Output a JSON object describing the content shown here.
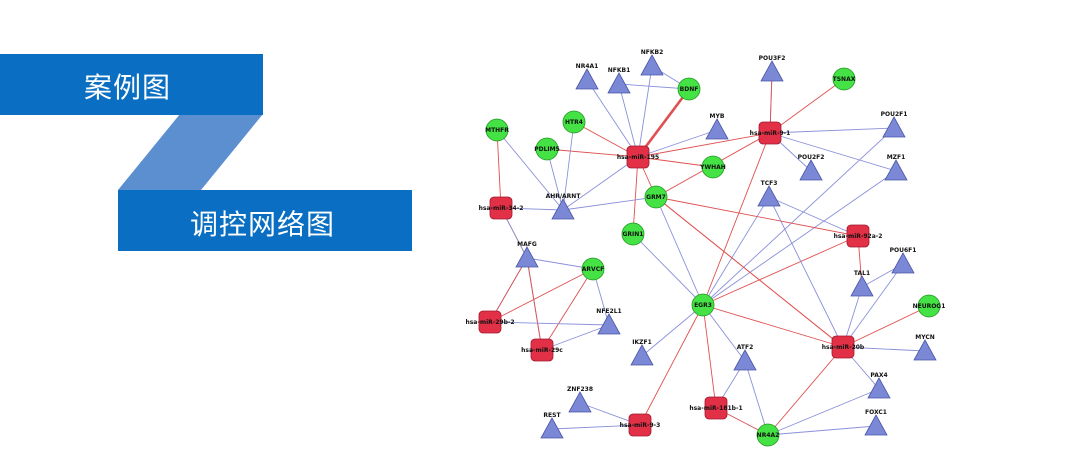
{
  "titles": {
    "primary": "案例图",
    "secondary": "调控网络图"
  },
  "colors": {
    "banner": "#0a6fc2",
    "banner_light": "#5b8fd0",
    "mirna": "#e23046",
    "gene": "#44e244",
    "tf": "#7b88d6",
    "edge_blue": "#8a90da",
    "edge_red": "#e05050"
  },
  "network": {
    "nodes": [
      {
        "id": "NR4A1",
        "type": "tf"
      },
      {
        "id": "NFKB1",
        "type": "tf"
      },
      {
        "id": "NFKB2",
        "type": "tf"
      },
      {
        "id": "BDNF",
        "type": "gene"
      },
      {
        "id": "POU3F2",
        "type": "tf"
      },
      {
        "id": "TSNAX",
        "type": "gene"
      },
      {
        "id": "HTR4",
        "type": "gene"
      },
      {
        "id": "MTHFR",
        "type": "gene"
      },
      {
        "id": "PDLIM5",
        "type": "gene"
      },
      {
        "id": "hsa-miR-195",
        "type": "mirna"
      },
      {
        "id": "MYB",
        "type": "tf"
      },
      {
        "id": "hsa-miR-9-1",
        "type": "mirna"
      },
      {
        "id": "POU2F1",
        "type": "tf"
      },
      {
        "id": "YWHAH",
        "type": "gene"
      },
      {
        "id": "POU2F2",
        "type": "tf"
      },
      {
        "id": "MZF1",
        "type": "tf"
      },
      {
        "id": "hsa-miR-34-2",
        "type": "mirna"
      },
      {
        "id": "AHR/ARNT",
        "type": "tf"
      },
      {
        "id": "GRM7",
        "type": "gene"
      },
      {
        "id": "TCF3",
        "type": "tf"
      },
      {
        "id": "GRIN1",
        "type": "gene"
      },
      {
        "id": "hsa-miR-92a-2",
        "type": "mirna"
      },
      {
        "id": "MAFG",
        "type": "tf"
      },
      {
        "id": "ARVCF",
        "type": "gene"
      },
      {
        "id": "POU6F1",
        "type": "tf"
      },
      {
        "id": "TAL1",
        "type": "tf"
      },
      {
        "id": "NEUROG1",
        "type": "gene"
      },
      {
        "id": "EGR3",
        "type": "gene"
      },
      {
        "id": "hsa-miR-29b-2",
        "type": "mirna"
      },
      {
        "id": "NFE2L1",
        "type": "tf"
      },
      {
        "id": "hsa-miR-29c",
        "type": "mirna"
      },
      {
        "id": "hsa-miR-20b",
        "type": "mirna"
      },
      {
        "id": "MYCN",
        "type": "tf"
      },
      {
        "id": "IKZF1",
        "type": "tf"
      },
      {
        "id": "ATF2",
        "type": "tf"
      },
      {
        "id": "PAX4",
        "type": "tf"
      },
      {
        "id": "ZNF238",
        "type": "tf"
      },
      {
        "id": "hsa-miR-9-3",
        "type": "mirna"
      },
      {
        "id": "hsa-miR-181b-1",
        "type": "mirna"
      },
      {
        "id": "REST",
        "type": "tf"
      },
      {
        "id": "NR4A2",
        "type": "gene"
      },
      {
        "id": "FOXC1",
        "type": "tf"
      }
    ],
    "edges": [
      [
        "hsa-miR-195",
        "BDNF",
        "red"
      ],
      [
        "hsa-miR-195",
        "HTR4",
        "red"
      ],
      [
        "hsa-miR-195",
        "PDLIM5",
        "red"
      ],
      [
        "hsa-miR-195",
        "GRIN1",
        "red"
      ],
      [
        "hsa-miR-195",
        "GRM7",
        "red"
      ],
      [
        "hsa-miR-195",
        "YWHAH",
        "red"
      ],
      [
        "NR4A1",
        "hsa-miR-195",
        "blue"
      ],
      [
        "NFKB1",
        "hsa-miR-195",
        "blue"
      ],
      [
        "NFKB2",
        "hsa-miR-195",
        "blue"
      ],
      [
        "MYB",
        "hsa-miR-195",
        "blue"
      ],
      [
        "AHR/ARNT",
        "hsa-miR-195",
        "blue"
      ],
      [
        "AHR/ARNT",
        "MTHFR",
        "blue"
      ],
      [
        "AHR/ARNT",
        "HTR4",
        "blue"
      ],
      [
        "AHR/ARNT",
        "PDLIM5",
        "blue"
      ],
      [
        "AHR/ARNT",
        "hsa-miR-34-2",
        "blue"
      ],
      [
        "AHR/ARNT",
        "GRM7",
        "blue"
      ],
      [
        "hsa-miR-34-2",
        "MTHFR",
        "red"
      ],
      [
        "hsa-miR-34-2",
        "MAFG",
        "red"
      ],
      [
        "MAFG",
        "hsa-miR-34-2",
        "blue"
      ],
      [
        "NFKB2",
        "BDNF",
        "blue"
      ],
      [
        "NFKB1",
        "BDNF",
        "blue"
      ],
      [
        "POU3F2",
        "hsa-miR-9-1",
        "blue"
      ],
      [
        "hsa-miR-9-1",
        "TSNAX",
        "red"
      ],
      [
        "hsa-miR-9-1",
        "POU3F2",
        "red"
      ],
      [
        "POU2F1",
        "hsa-miR-9-1",
        "blue"
      ],
      [
        "MZF1",
        "hsa-miR-9-1",
        "blue"
      ],
      [
        "POU2F2",
        "hsa-miR-9-1",
        "blue"
      ],
      [
        "hsa-miR-9-1",
        "hsa-miR-195",
        "red"
      ],
      [
        "hsa-miR-9-1",
        "EGR3",
        "red"
      ],
      [
        "hsa-miR-9-1",
        "GRM7",
        "red"
      ],
      [
        "MZF1",
        "EGR3",
        "blue"
      ],
      [
        "POU2F1",
        "EGR3",
        "blue"
      ],
      [
        "GRM7",
        "EGR3",
        "blue"
      ],
      [
        "TCF3",
        "EGR3",
        "blue"
      ],
      [
        "TCF3",
        "hsa-miR-92a-2",
        "blue"
      ],
      [
        "GRM7",
        "hsa-miR-92a-2",
        "red"
      ],
      [
        "hsa-miR-92a-2",
        "EGR3",
        "red"
      ],
      [
        "hsa-miR-92a-2",
        "TAL1",
        "red"
      ],
      [
        "POU6F1",
        "TAL1",
        "blue"
      ],
      [
        "TAL1",
        "hsa-miR-20b",
        "blue"
      ],
      [
        "POU6F1",
        "hsa-miR-20b",
        "blue"
      ],
      [
        "hsa-miR-20b",
        "NEUROG1",
        "red"
      ],
      [
        "hsa-miR-20b",
        "EGR3",
        "red"
      ],
      [
        "hsa-miR-20b",
        "GRM7",
        "red"
      ],
      [
        "MYCN",
        "hsa-miR-20b",
        "blue"
      ],
      [
        "PAX4",
        "hsa-miR-20b",
        "blue"
      ],
      [
        "hsa-miR-20b",
        "NR4A2",
        "red"
      ],
      [
        "TCF3",
        "hsa-miR-20b",
        "blue"
      ],
      [
        "GRM7",
        "hsa-miR-20b",
        "red"
      ],
      [
        "MAFG",
        "ARVCF",
        "blue"
      ],
      [
        "MAFG",
        "hsa-miR-29b-2",
        "blue"
      ],
      [
        "MAFG",
        "hsa-miR-29c",
        "blue"
      ],
      [
        "hsa-miR-29b-2",
        "MAFG",
        "red"
      ],
      [
        "hsa-miR-29c",
        "MAFG",
        "red"
      ],
      [
        "hsa-miR-29b-2",
        "ARVCF",
        "red"
      ],
      [
        "hsa-miR-29c",
        "ARVCF",
        "red"
      ],
      [
        "NFE2L1",
        "hsa-miR-29b-2",
        "blue"
      ],
      [
        "NFE2L1",
        "hsa-miR-29c",
        "blue"
      ],
      [
        "NFE2L1",
        "ARVCF",
        "blue"
      ],
      [
        "EGR3",
        "GRIN1",
        "blue"
      ],
      [
        "IKZF1",
        "EGR3",
        "blue"
      ],
      [
        "ATF2",
        "EGR3",
        "blue"
      ],
      [
        "ATF2",
        "NR4A2",
        "blue"
      ],
      [
        "ATF2",
        "hsa-miR-181b-1",
        "blue"
      ],
      [
        "hsa-miR-181b-1",
        "EGR3",
        "red"
      ],
      [
        "hsa-miR-9-3",
        "EGR3",
        "red"
      ],
      [
        "ZNF238",
        "hsa-miR-9-3",
        "blue"
      ],
      [
        "REST",
        "hsa-miR-9-3",
        "blue"
      ],
      [
        "FOXC1",
        "NR4A2",
        "blue"
      ],
      [
        "PAX4",
        "NR4A2",
        "blue"
      ],
      [
        "hsa-miR-181b-1",
        "NR4A2",
        "red"
      ]
    ]
  }
}
